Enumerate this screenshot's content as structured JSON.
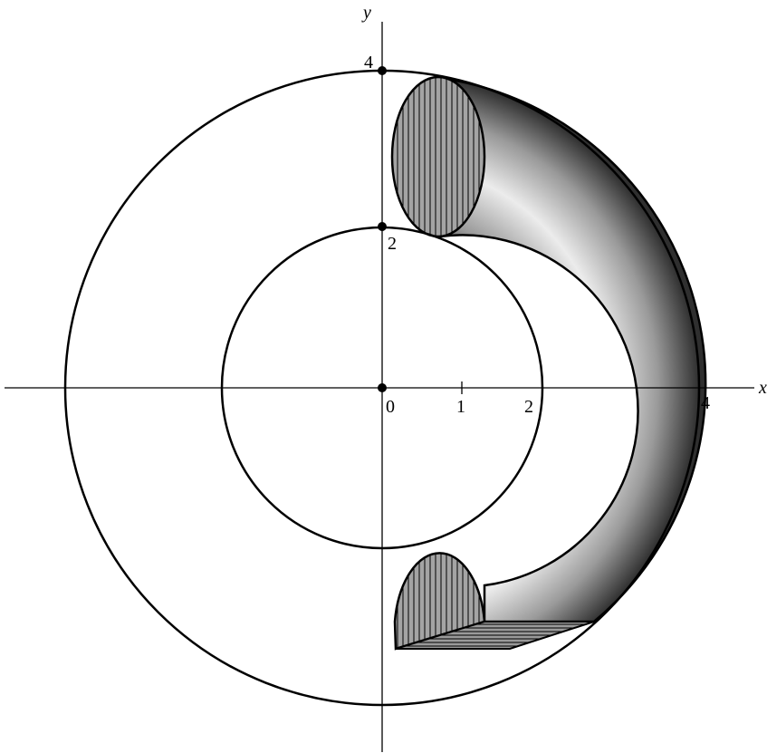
{
  "axes": {
    "x_label": "x",
    "y_label": "y"
  },
  "x_ticks": [
    {
      "value": 0,
      "label": "0"
    },
    {
      "value": 1,
      "label": "1"
    },
    {
      "value": 2,
      "label": "2"
    },
    {
      "value": 4,
      "label": "4"
    }
  ],
  "y_ticks": [
    {
      "value": 2,
      "label": "2"
    },
    {
      "value": 4,
      "label": "4"
    }
  ],
  "circles": [
    {
      "name": "outer",
      "radius": 4
    },
    {
      "name": "inner",
      "radius": 2
    }
  ],
  "points": [
    {
      "x": 0,
      "y": 0
    },
    {
      "x": 0,
      "y": 2
    },
    {
      "x": 0,
      "y": 4
    }
  ],
  "colors": {
    "stroke": "#000000",
    "hatch_fill": "#9a9a9a",
    "shade_dark": "#383838",
    "shade_light": "#f0f0f0"
  }
}
